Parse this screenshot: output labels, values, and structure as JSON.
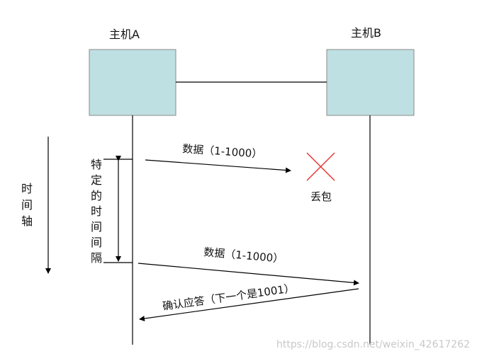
{
  "host_a": {
    "label": "主机A"
  },
  "host_b": {
    "label": "主机B"
  },
  "interval_label": [
    "特",
    "定",
    "的",
    "时",
    "间",
    "间",
    "隔"
  ],
  "timeline_label": [
    "时",
    "间",
    "轴"
  ],
  "messages": {
    "first_data": "数据（1-1000）",
    "lost_packet": "丢包",
    "second_data": "数据（1-1000）",
    "ack": "确认应答（下一个是1001）"
  },
  "watermark": "https://blog.csdn.net/weixin_42617262",
  "colors": {
    "host_box_fill": "#bfe0e3",
    "host_box_stroke": "#8a8a8a",
    "line": "#000000",
    "loss_mark": "#e53935"
  }
}
